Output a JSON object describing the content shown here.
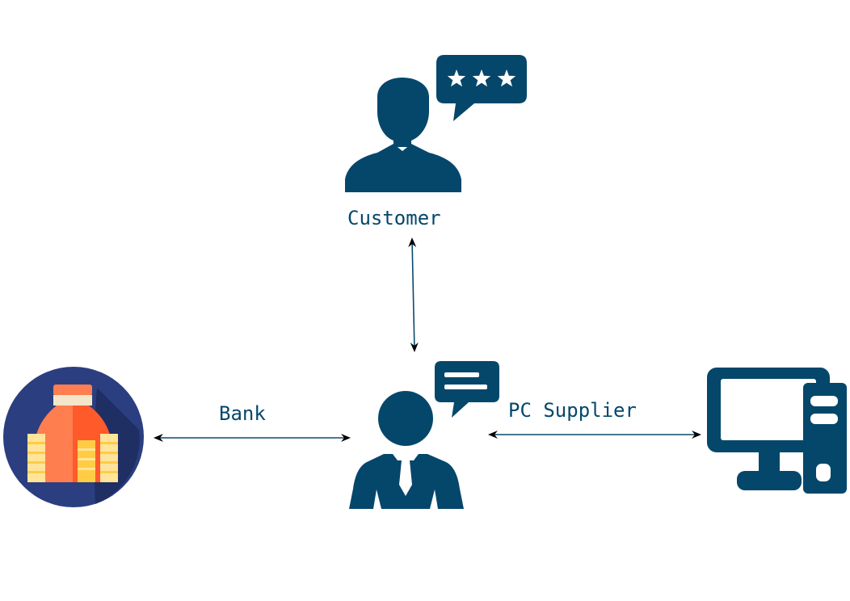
{
  "labels": {
    "customer": "Customer",
    "bank": "Bank",
    "supplier": "PC Supplier"
  },
  "icons": {
    "customer": "customer-person-icon",
    "review": "review-stars-bubble-icon",
    "center": "business-person-icon",
    "chat": "chat-bubble-icon",
    "bank": "money-bag-coins-icon",
    "supplier": "desktop-computer-icon"
  },
  "colors": {
    "primary": "#05476b",
    "arrow": "#000000",
    "arrow_line": "#0a4a6e",
    "bank_circle": "#2b3e80",
    "bank_shadow": "#1f2e63",
    "bag_left": "#ff7e4f",
    "bag_right": "#ff5a2a",
    "bag_band": "#f4e6c9",
    "coin_light": "#ffe49a",
    "coin_dark": "#ffcc44"
  }
}
